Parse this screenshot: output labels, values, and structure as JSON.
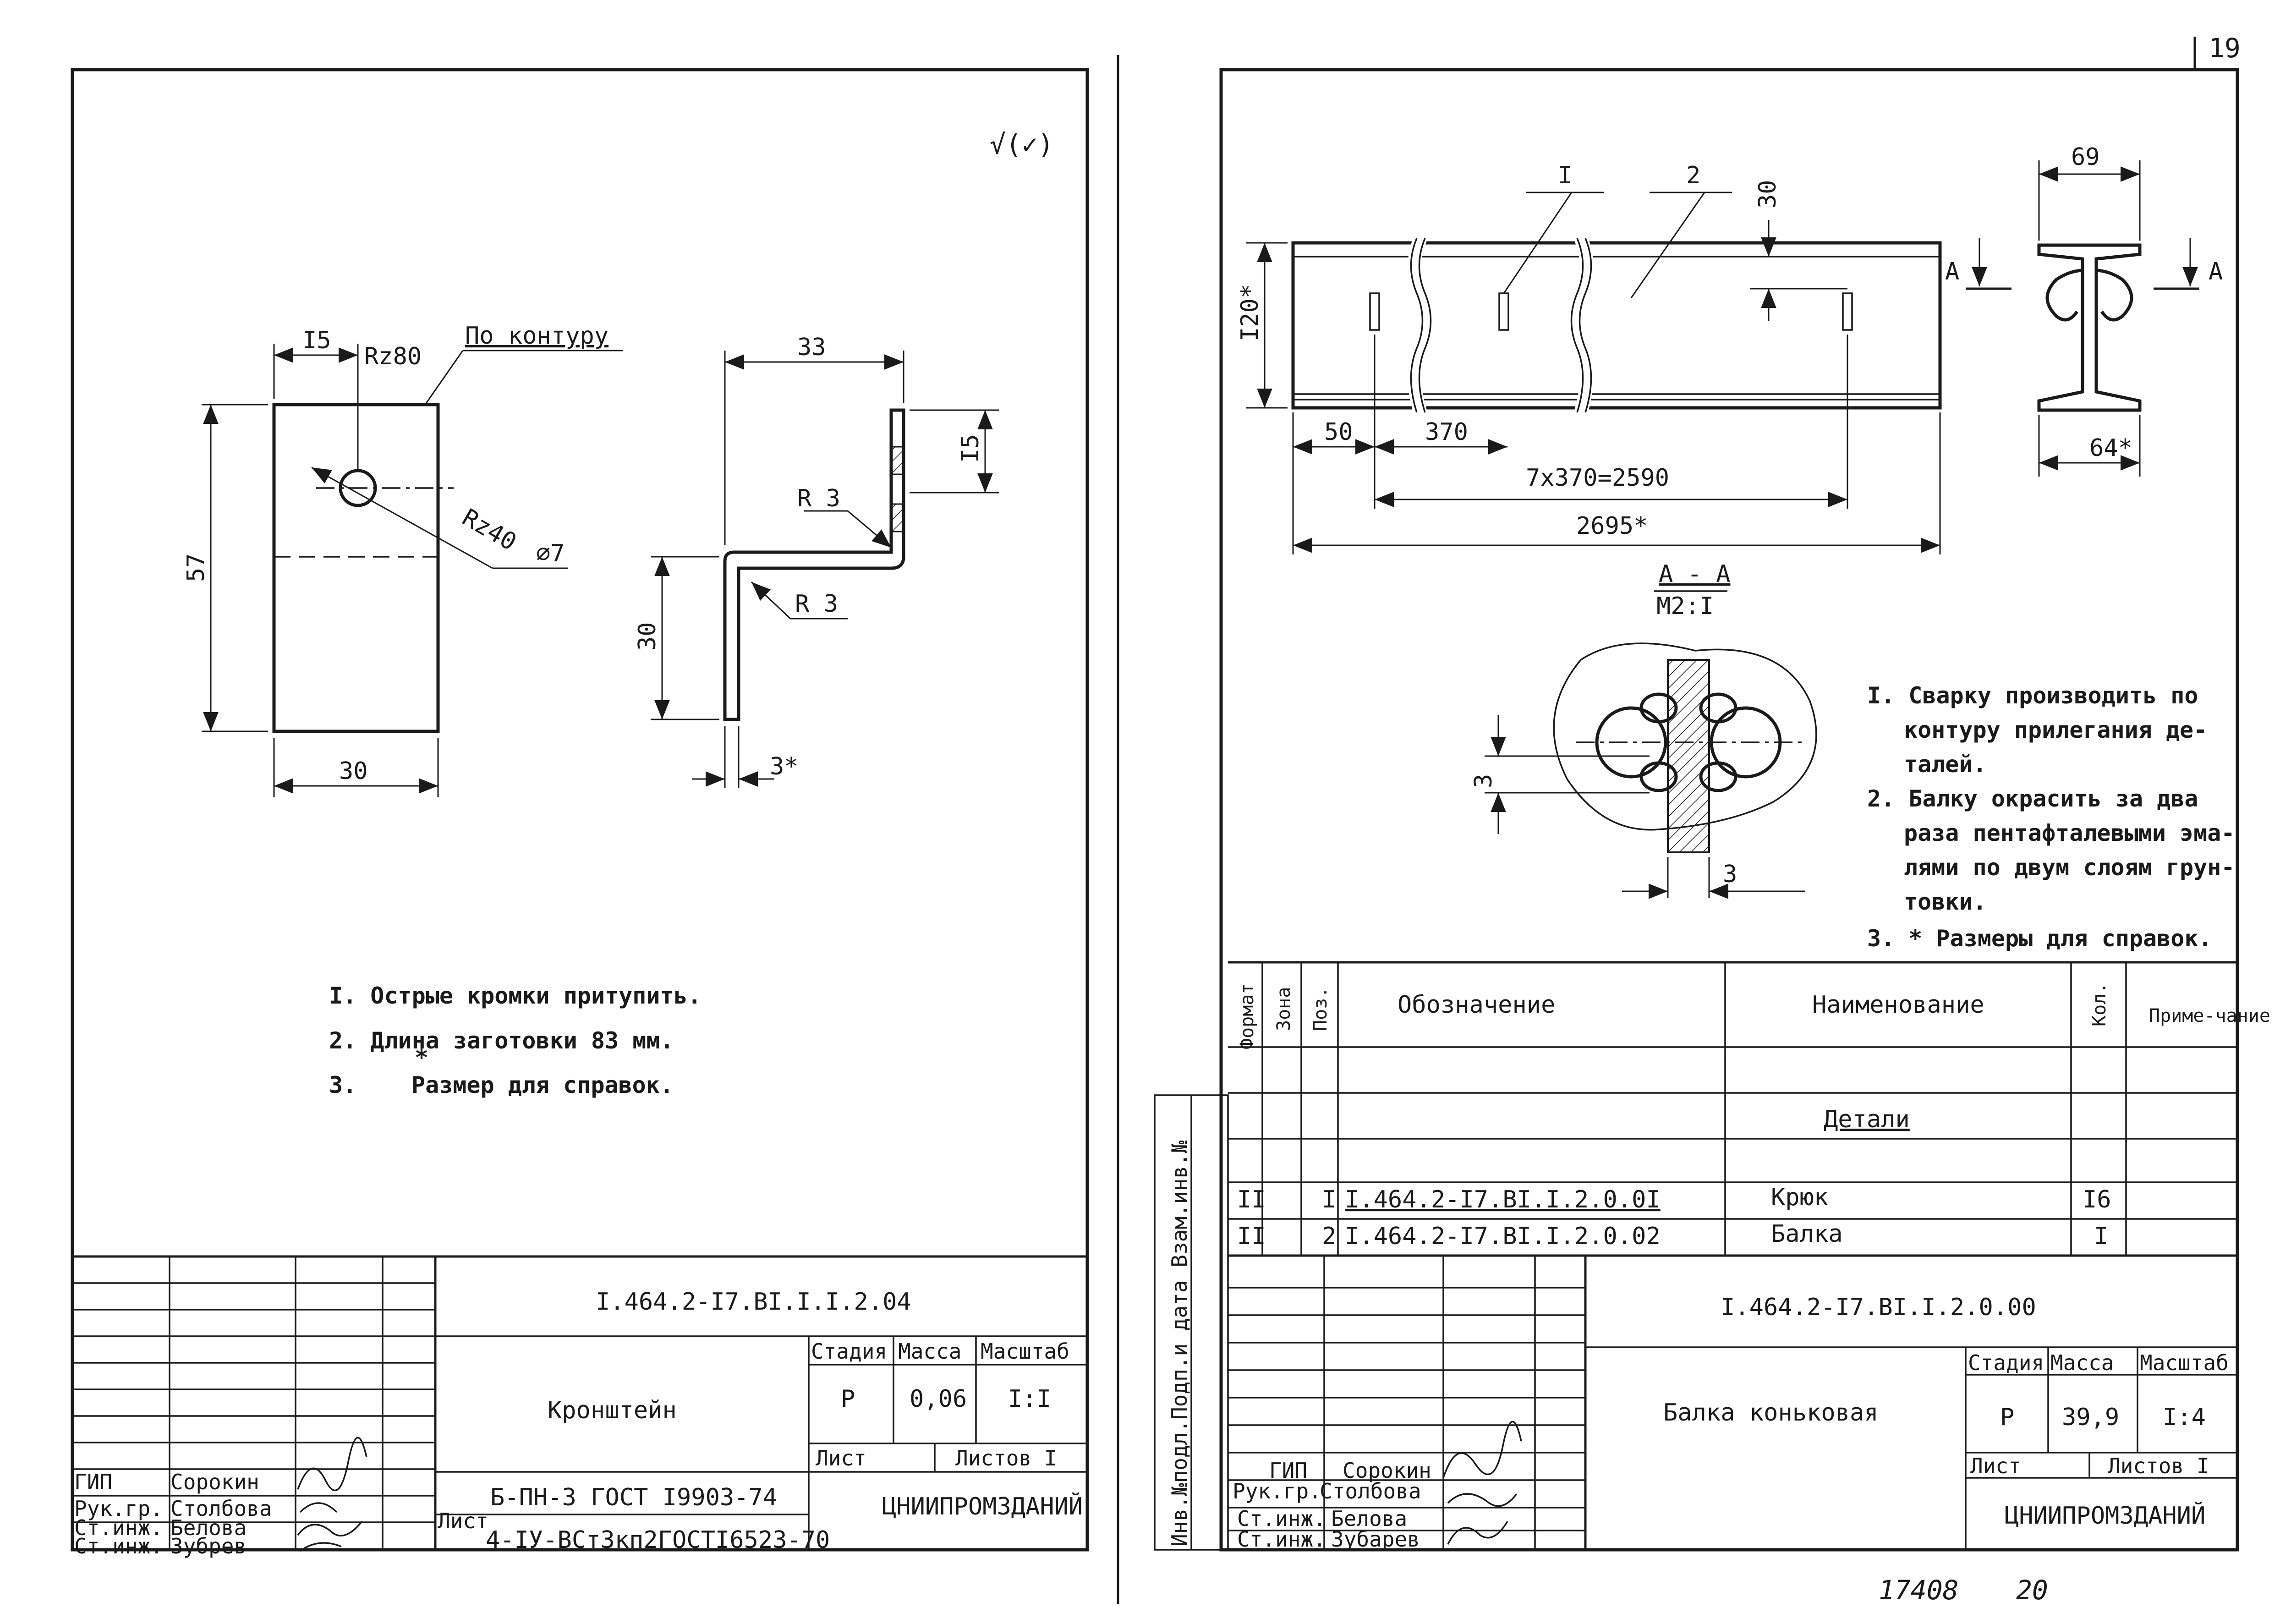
{
  "page_number": "19",
  "footer_numbers": [
    "17408",
    "20"
  ],
  "left_sheet": {
    "roughness_mark": "√(✓)",
    "dims": {
      "w15": "I5",
      "rz80": "Rz80",
      "contour": "По контуру",
      "h57": "57",
      "w30": "30",
      "rz40": "Rz40",
      "d7": "⌀7",
      "w33": "33",
      "h15": "I5",
      "r3a": "R 3",
      "r3b": "R 3",
      "h30": "30",
      "t3": "3*"
    },
    "notes": [
      "I. Острые кромки притупить.",
      "2. Длина заготовки 83 мм.",
      "3.",
      "Размер для справок."
    ],
    "note_star": "*",
    "title_block": {
      "code": "I.464.2-I7.BI.I.I.2.04",
      "name": "Кронштейн",
      "stage_h": "Стадия",
      "mass_h": "Масса",
      "scale_h": "Масштаб",
      "stage": "Р",
      "mass": "0,06",
      "scale": "I:I",
      "sheet_h": "Лист",
      "sheets_h": "Листов I",
      "org": "ЦНИИПРОМЗДАНИЙ",
      "material_1": "Б-ПН-3 ГОСТ I9903-74",
      "material_sheet": "Лист",
      "material_2": "4-IУ-ВСт3кп2ГОСТI6523-70",
      "roles": [
        "ГИП",
        "Рук.гр.",
        "Ст.инж.",
        "Ст.инж."
      ],
      "people": [
        "Сорокин",
        "Столбова",
        "Белова",
        "Зубрев"
      ]
    }
  },
  "right_sheet": {
    "dims": {
      "pos1": "I",
      "pos2": "2",
      "d30": "30",
      "h120": "I20*",
      "d50": "50",
      "d370": "370",
      "d7x370": "7x370=2590",
      "d2695": "2695*",
      "d69": "69",
      "d64": "64*",
      "cutA_l": "А",
      "cutA_r": "А",
      "sec_a": "3",
      "sec_b": "3"
    },
    "section_title": "А - А",
    "section_scale": "М2:I",
    "notes": [
      "I. Сварку производить по",
      "контуру прилегания де-",
      "талей.",
      "2. Балку окрасить за два",
      "раза пентафталевыми эма-",
      "лями по двум слоям грун-",
      "товки.",
      "3. * Размеры для справок."
    ],
    "spec_headers": {
      "format": "Формат",
      "zone": "Зона",
      "pos": "Поз.",
      "designation": "Обозначение",
      "name": "Наименование",
      "qty": "Кол.",
      "note": "Приме-чание"
    },
    "spec_section": "Детали",
    "spec_rows": [
      {
        "format": "II",
        "pos": "I",
        "designation": "I.464.2-I7.BI.I.2.0.0I",
        "name": "Крюк",
        "qty": "I6"
      },
      {
        "format": "II",
        "pos": "2",
        "designation": "I.464.2-I7.BI.I.2.0.02",
        "name": "Балка",
        "qty": "I"
      }
    ],
    "side_label": "Инв.№подл.Подп.и дата Взам.инв.№",
    "title_block": {
      "code": "I.464.2-I7.BI.I.2.0.00",
      "name": "Балка коньковая",
      "stage_h": "Стадия",
      "mass_h": "Масса",
      "scale_h": "Масштаб",
      "stage": "Р",
      "mass": "39,9",
      "scale": "I:4",
      "sheet_h": "Лист",
      "sheets_h": "Листов I",
      "org": "ЦНИИПРОМЗДАНИЙ",
      "roles": [
        "ГИП",
        "Рук.гр.",
        "Ст.инж.",
        "Ст.инж."
      ],
      "people": [
        "Сорокин",
        "Столбова",
        "Белова",
        "Зубарев"
      ]
    }
  }
}
